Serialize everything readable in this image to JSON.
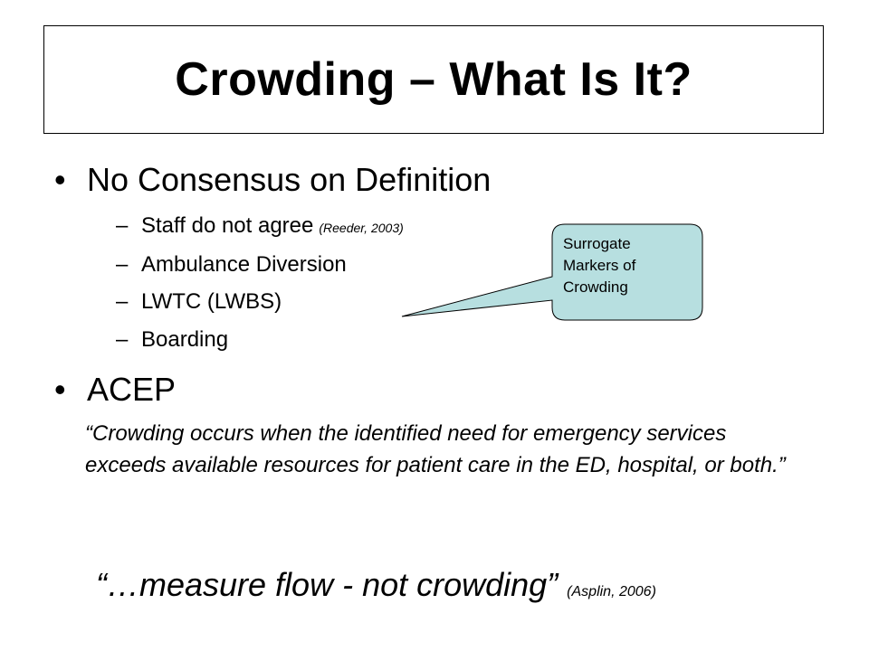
{
  "slide": {
    "title": "Crowding – What Is It?",
    "bullets": [
      {
        "symbol": "•",
        "text": "No Consensus on Definition",
        "subitems": [
          {
            "dash": "–",
            "text": "Staff do not agree",
            "cite": "(Reeder, 2003)"
          },
          {
            "dash": "–",
            "text": "Ambulance Diversion",
            "cite": ""
          },
          {
            "dash": "–",
            "text": "LWTC (LWBS)",
            "cite": ""
          },
          {
            "dash": "–",
            "text": "Boarding",
            "cite": ""
          }
        ]
      },
      {
        "symbol": "•",
        "text": "ACEP",
        "quote": "“Crowding occurs when the identified need for emergency services exceeds available resources for patient care in the ED, hospital, or both.”"
      }
    ],
    "callout": {
      "lines": [
        "Surrogate",
        "Markers of",
        "Crowding"
      ],
      "fill": "#b7dfe0"
    },
    "closing_quote": {
      "text": "“…measure flow - not crowding”",
      "cite": "(Asplin, 2006)"
    }
  }
}
